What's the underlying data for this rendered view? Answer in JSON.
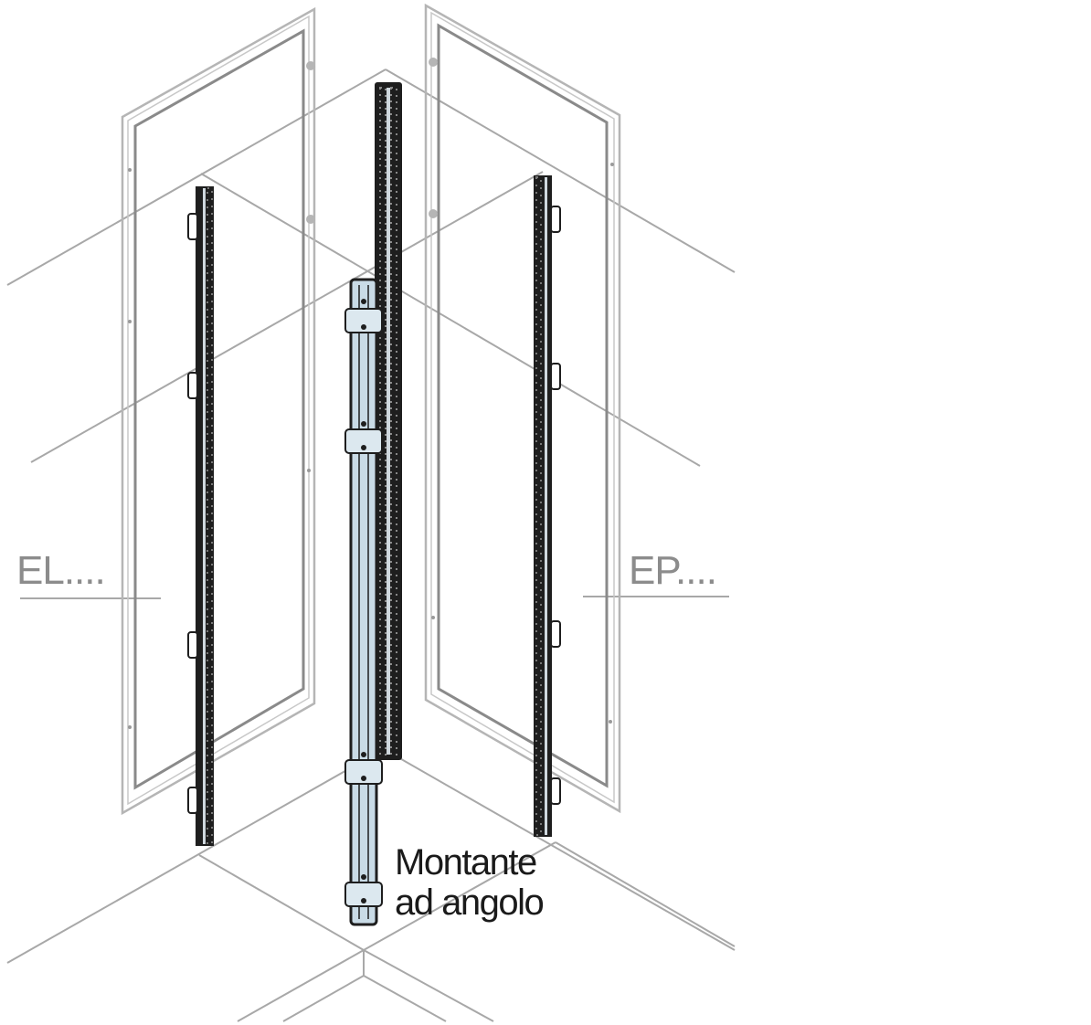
{
  "diagram": {
    "title": "Montante ad angolo assembly",
    "labels": {
      "left_panel": "EL....",
      "right_panel": "EP....",
      "corner_upright_line1": "Montante",
      "corner_upright_line2": "ad angolo"
    },
    "components": [
      {
        "id": "left-panel-frame",
        "description": "side panel frame (left)"
      },
      {
        "id": "right-panel-frame",
        "description": "side panel frame (right)"
      },
      {
        "id": "left-rail",
        "description": "vertical perforated rail (left)"
      },
      {
        "id": "right-rail",
        "description": "vertical perforated rail (right)"
      },
      {
        "id": "back-corner-rail",
        "description": "rear corner perforated rail"
      },
      {
        "id": "corner-upright",
        "description": "front corner upright with brackets"
      }
    ],
    "colors": {
      "frame_stroke": "#b5b5b5",
      "frame_inner": "#8a8a8a",
      "guide_line": "#a8a8a8",
      "rail_dark": "#1e1e1e",
      "upright_fill": "#c9dbe6",
      "label_gray": "#8c8c8c",
      "label_dark": "#1a1a1a"
    }
  }
}
